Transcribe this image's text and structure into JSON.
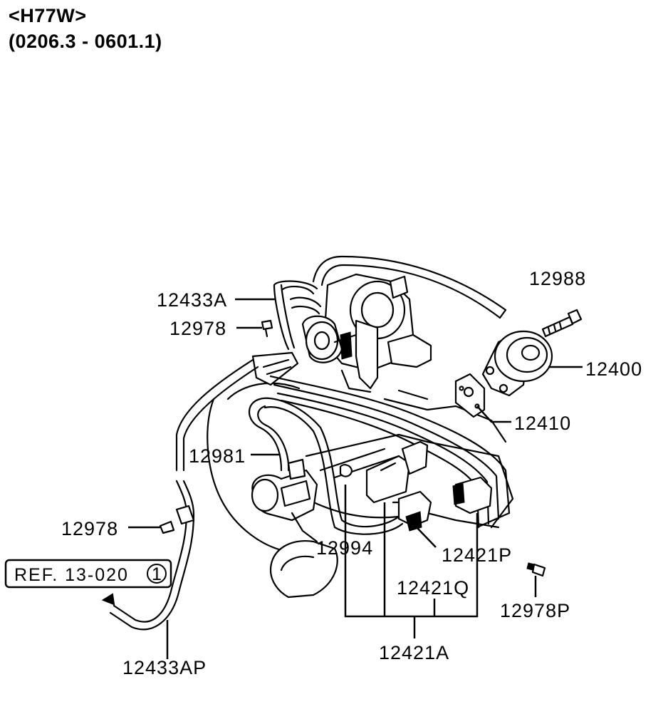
{
  "header": {
    "model": "<H77W>",
    "date_range": "(0206.3 - 0601.1)"
  },
  "labels": {
    "p12988": "12988",
    "p12433A": "12433A",
    "p12978_top": "12978",
    "p12400": "12400",
    "p12410": "12410",
    "p12981": "12981",
    "p12978_left": "12978",
    "p12994": "12994",
    "p12421P": "12421P",
    "p12421Q": "12421Q",
    "p12978P": "12978P",
    "p12421A": "12421A",
    "p12433AP": "12433AP"
  },
  "reference": {
    "text": "REF. 13-020",
    "circled": "1"
  }
}
